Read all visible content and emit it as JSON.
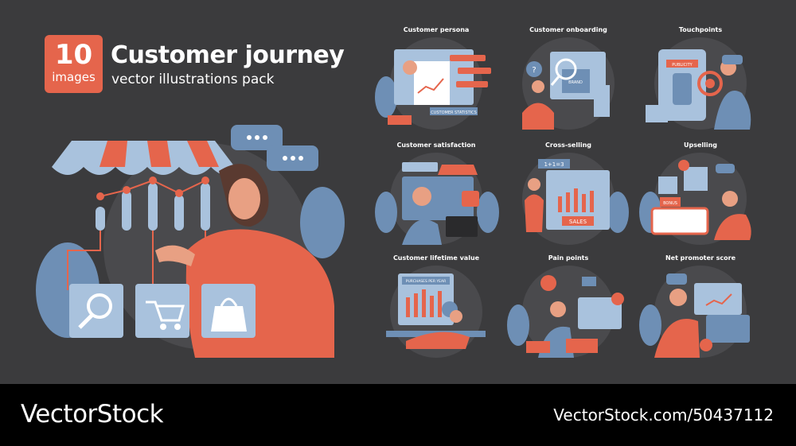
{
  "header": {
    "badge_number": "10",
    "badge_label": "images",
    "title": "Customer journey",
    "subtitle": "vector illustrations pack"
  },
  "tiles": [
    {
      "label": "Customer persona",
      "inner_text": "CUSTOMER STATISTICS"
    },
    {
      "label": "Customer onboarding",
      "inner_text": "BRAND"
    },
    {
      "label": "Touchpoints",
      "inner_text": "PUBLICITY"
    },
    {
      "label": "Customer satisfaction",
      "inner_text": ""
    },
    {
      "label": "Cross-selling",
      "inner_text": "SALES",
      "inner_text_2": "1+1=3"
    },
    {
      "label": "Upselling",
      "inner_text": "BONUS"
    },
    {
      "label": "Customer lifetime value",
      "inner_text": "PURCHASES PER YEAR"
    },
    {
      "label": "Pain points",
      "inner_text": ""
    },
    {
      "label": "Net promoter score",
      "inner_text": ""
    }
  ],
  "footer": {
    "logo": "VectorStock",
    "image_id": "VectorStock.com/50437112"
  },
  "colors": {
    "background": "#3b3b3d",
    "accent": "#e5654c",
    "blue": "#6e8fb5",
    "light_blue": "#a9c2dd",
    "dark_circle": "#4a4a4d"
  }
}
